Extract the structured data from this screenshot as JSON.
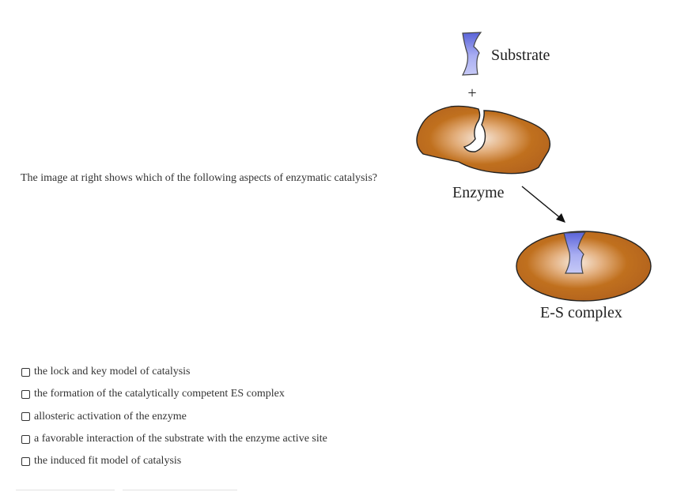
{
  "question": {
    "text": "The image at right shows which of the following aspects of enzymatic catalysis?"
  },
  "figure": {
    "substrate_label": "Substrate",
    "plus_sign": "+",
    "enzyme_label": "Enzyme",
    "complex_label": "E-S complex",
    "colors": {
      "enzyme_body": "#b8621a",
      "enzyme_highlight": "#f6e8dc",
      "substrate": "#7f86e6"
    }
  },
  "options": [
    {
      "label": "the lock and key model of catalysis",
      "checked": false
    },
    {
      "label": "the formation of the catalytically competent ES complex",
      "checked": false
    },
    {
      "label": "allosteric activation of the enzyme",
      "checked": false
    },
    {
      "label": "a favorable interaction of the substrate with the enzyme active site",
      "checked": false
    },
    {
      "label": "the induced fit model of catalysis",
      "checked": false
    }
  ]
}
